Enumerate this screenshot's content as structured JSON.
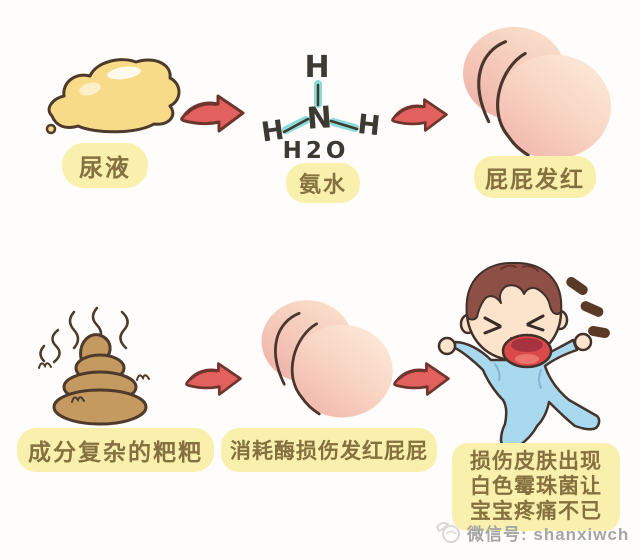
{
  "flow": {
    "row1": {
      "urine_label": "尿液",
      "ammonia_label": "氨水",
      "molecule": {
        "h_top": "H",
        "h_left": "H",
        "h_right": "H",
        "n_center": "N",
        "formula": "H2O"
      },
      "red_butt_label": "屁屁发红"
    },
    "row2": {
      "poop_label": "成分复杂的粑粑",
      "enzyme_butt_label": "消耗酶损伤发红屁屁",
      "baby_label": "损伤皮肤出现\n白色霉珠菌让\n宝宝疼痛不已"
    }
  },
  "watermark": {
    "text": "微信号: shanxiwch"
  },
  "colors": {
    "arrow_red": "#e2615f",
    "outline_brown": "#4e3a2a",
    "label_bg": "#faf0ad",
    "label_text": "#84713f",
    "bond_cyan": "#8bdcd6",
    "urine_yellow": "#f8db88",
    "poop_brown": "#c59a60",
    "butt_cream": "#fdeedd",
    "butt_pink": "#f1b5ac",
    "baby_skin": "#fbe3cc",
    "baby_hair": "#8e5046",
    "onesie_blue": "#a8d9ef",
    "mouth_red": "#da4a4b",
    "watermark_gray": "#a5a5a5"
  }
}
